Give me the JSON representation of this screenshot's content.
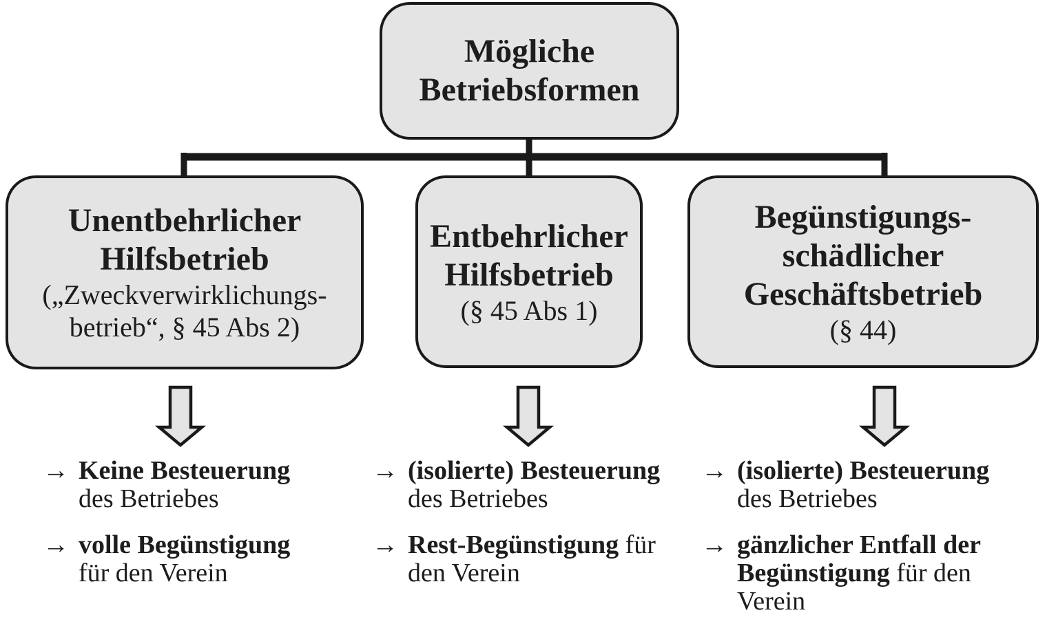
{
  "colors": {
    "background": "#ffffff",
    "box_fill": "#e4e4e4",
    "box_border": "#1a1a1a",
    "connector": "#1a1a1a",
    "text": "#1d1d1d"
  },
  "root_box": {
    "title": "Mögliche\nBetriebsformen"
  },
  "branch_boxes": [
    {
      "title": "Unentbehrlicher\nHilfsbetrieb",
      "subtitle": "(„Zweckverwirklichungs-\nbetrieb“, § 45 Abs 2)"
    },
    {
      "title": "Entbehrlicher\nHilfsbetrieb",
      "subtitle": "(§ 45 Abs 1)"
    },
    {
      "title": "Begünstigungs-\nschädlicher\nGeschäftsbetrieb",
      "subtitle": "(§ 44)"
    }
  ],
  "bullet_marker": "→",
  "outcomes": [
    {
      "bullets": [
        {
          "bold": "Keine Besteuerung",
          "regular": "\ndes Betriebes"
        },
        {
          "bold": "volle Begünstigung",
          "regular": "\nfür den Verein"
        }
      ]
    },
    {
      "bullets": [
        {
          "bold": "(isolierte) Besteuerung",
          "regular": "\ndes Betriebes"
        },
        {
          "bold": "Rest-Begünstigung",
          "regular": " für\nden Verein"
        }
      ]
    },
    {
      "bullets": [
        {
          "bold": "(isolierte) Besteuerung",
          "regular": "\ndes Betriebes"
        },
        {
          "bold": "gänzlicher Entfall der\nBegünstigung",
          "regular": " für den\nVerein"
        }
      ]
    }
  ]
}
